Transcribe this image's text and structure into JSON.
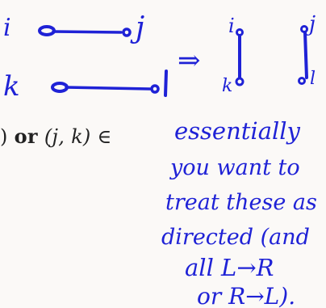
{
  "printed_text": {
    "prefix": ")",
    "keyword": "or",
    "pair": "(j, k)",
    "symbol": "∈"
  },
  "handwriting": {
    "nodes_top": {
      "left": "i",
      "right": "j"
    },
    "nodes_bottom": {
      "left": "k",
      "right": "l"
    },
    "arrow": "⇒",
    "right_graph_labels": {
      "top_left": "i",
      "top_right": "j",
      "bottom_left": "k",
      "bottom_right": "l"
    },
    "note_lines": [
      "essentially",
      "you want to",
      "treat these as",
      "directed (and",
      "all L→R",
      "or R→L)."
    ]
  },
  "colors": {
    "ink": "#1f22d6",
    "print": "#222222",
    "paper": "#fbf9f7"
  }
}
